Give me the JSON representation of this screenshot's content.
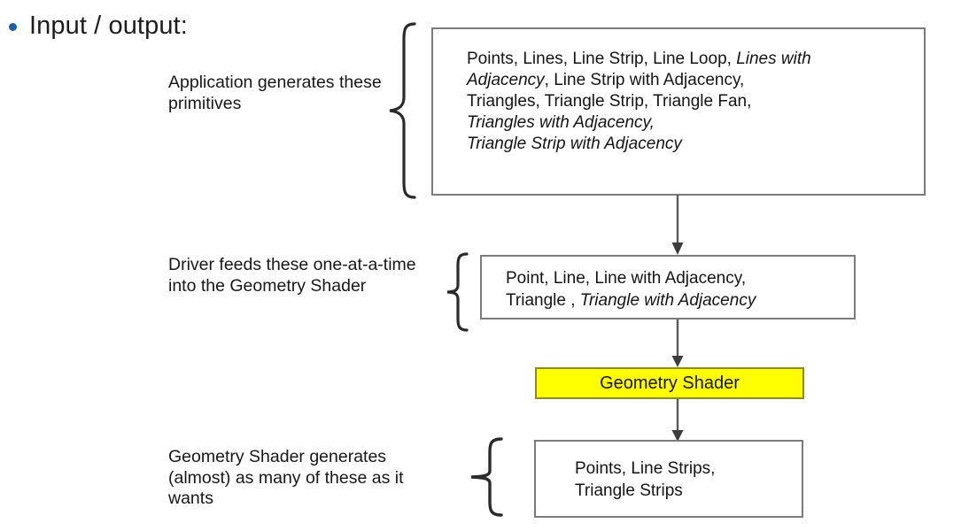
{
  "slide": {
    "background_color": "#ffffff",
    "bullet_color": "#1f5f9e",
    "box_border_color": "#7b7b7b",
    "highlight_color": "#ffff00",
    "highlight_border_color": "#8a8a29",
    "arrow_color": "#595959",
    "title": "Input / output:"
  },
  "captions": {
    "application": "Application generates these primitives",
    "driver": "Driver feeds these one-at-a-time into the Geometry Shader",
    "geometry_shader_output": "Geometry Shader generates (almost) as many of these as it wants"
  },
  "boxes": {
    "primitives": {
      "name": "application-primitives-box",
      "lines": [
        {
          "text": "Points, Lines, Line Strip, Line Loop, ",
          "style": "normal"
        },
        {
          "text": "Lines with Adjacency",
          "style": "italic"
        },
        {
          "text": ", Line Strip with Adjacency, Triangles, Triangle Strip, Triangle Fan, ",
          "style": "normal"
        },
        {
          "text": "Triangles with Adjacency, Triangle Strip with Adjacency",
          "style": "italic"
        }
      ],
      "plain_text": "Points, Lines, Line Strip, Line Loop, Lines with Adjacency, Line Strip with Adjacency, Triangles, Triangle Strip, Triangle Fan, Triangles with Adjacency, Triangle Strip with Adjacency"
    },
    "gs_input": {
      "name": "geometry-shader-input-box",
      "line1": "Point, Line, Line with Adjacency,",
      "line2_normal": "Triangle , ",
      "line2_italic": "Triangle with Adjacency",
      "plain_text": "Point, Line, Line with Adjacency, Triangle , Triangle with Adjacency"
    },
    "gs_stage": {
      "name": "geometry-shader-stage-box",
      "label": "Geometry Shader"
    },
    "gs_output": {
      "name": "geometry-shader-output-box",
      "line1": "Points, Line Strips,",
      "line2": "Triangle Strips",
      "plain_text": "Points, Line Strips, Triangle Strips"
    }
  },
  "connectors": [
    {
      "name": "arrow-primitives-to-gs-input",
      "from": "primitives",
      "to": "gs_input"
    },
    {
      "name": "arrow-gs-input-to-gs-stage",
      "from": "gs_input",
      "to": "gs_stage"
    },
    {
      "name": "arrow-gs-stage-to-gs-output",
      "from": "gs_stage",
      "to": "gs_output"
    }
  ],
  "braces": [
    {
      "name": "brace-application-primitives",
      "pairs_with": "primitives"
    },
    {
      "name": "brace-driver-gs-input",
      "pairs_with": "gs_input"
    },
    {
      "name": "brace-gs-output",
      "pairs_with": "gs_output"
    }
  ]
}
